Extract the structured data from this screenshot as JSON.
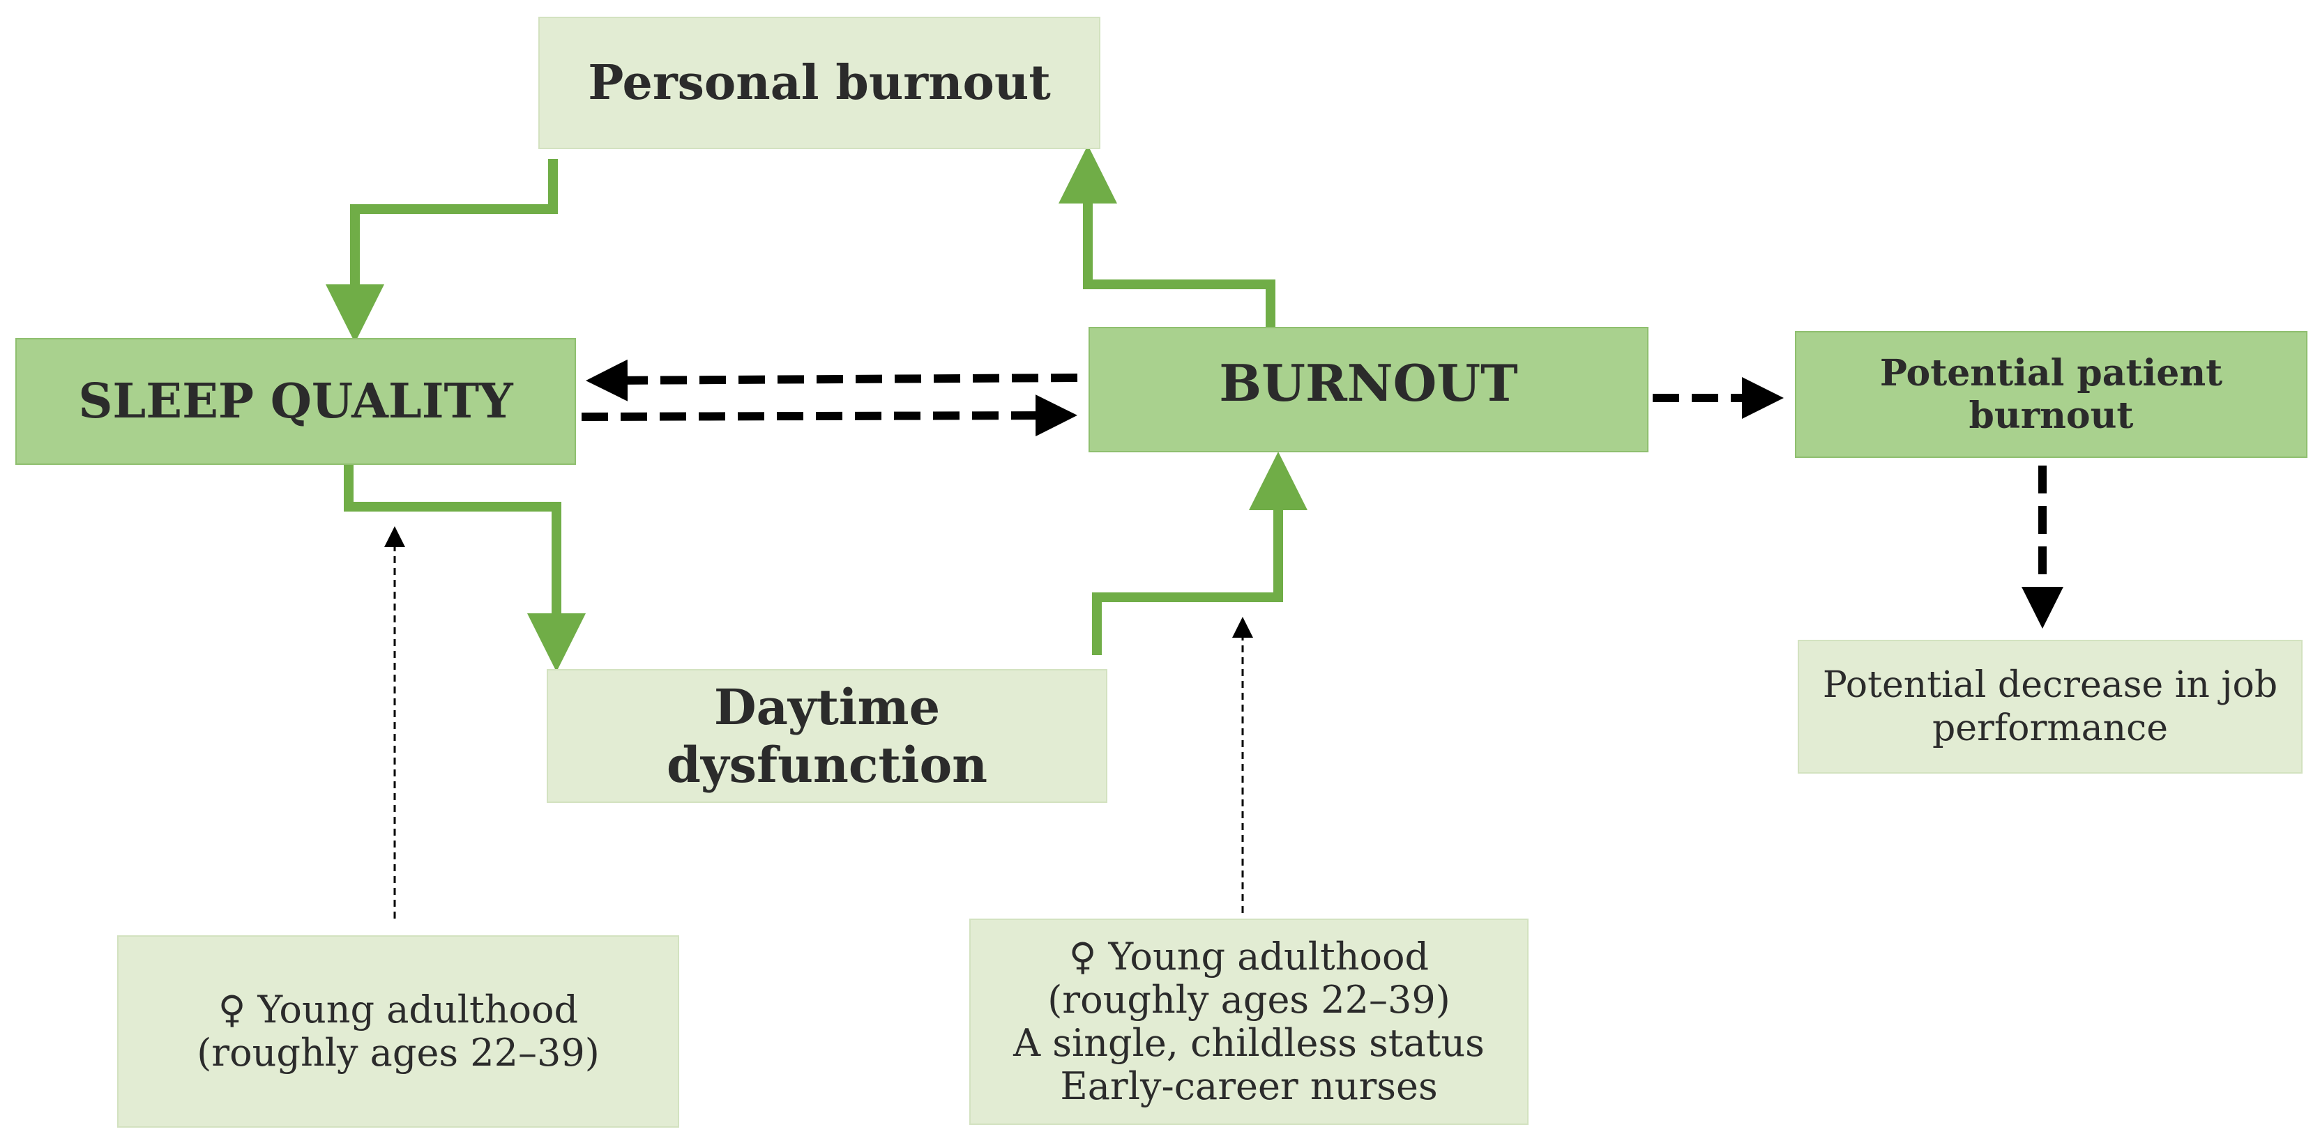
{
  "nodes": {
    "personal_burnout": "Personal burnout",
    "sleep_quality": "SLEEP QUALITY",
    "burnout": "BURNOUT",
    "potential_patient_burnout": "Potential patient burnout",
    "daytime_dysfunction": "Daytime dysfunction",
    "job_performance": [
      "Potential decrease in job",
      "performance"
    ]
  },
  "factor_boxes": {
    "sleep_factors": [
      "♀ Young adulthood",
      "(roughly ages 22–39)"
    ],
    "burnout_factors": [
      "♀ Young adulthood",
      "(roughly ages 22–39)",
      "A single, childless status",
      "Early-career nurses"
    ]
  },
  "colors": {
    "green_arrow": "#70ad47",
    "box_light": "#e2ecd3",
    "box_mid": "#a9d18e",
    "dashed_arrow": "#000000"
  }
}
